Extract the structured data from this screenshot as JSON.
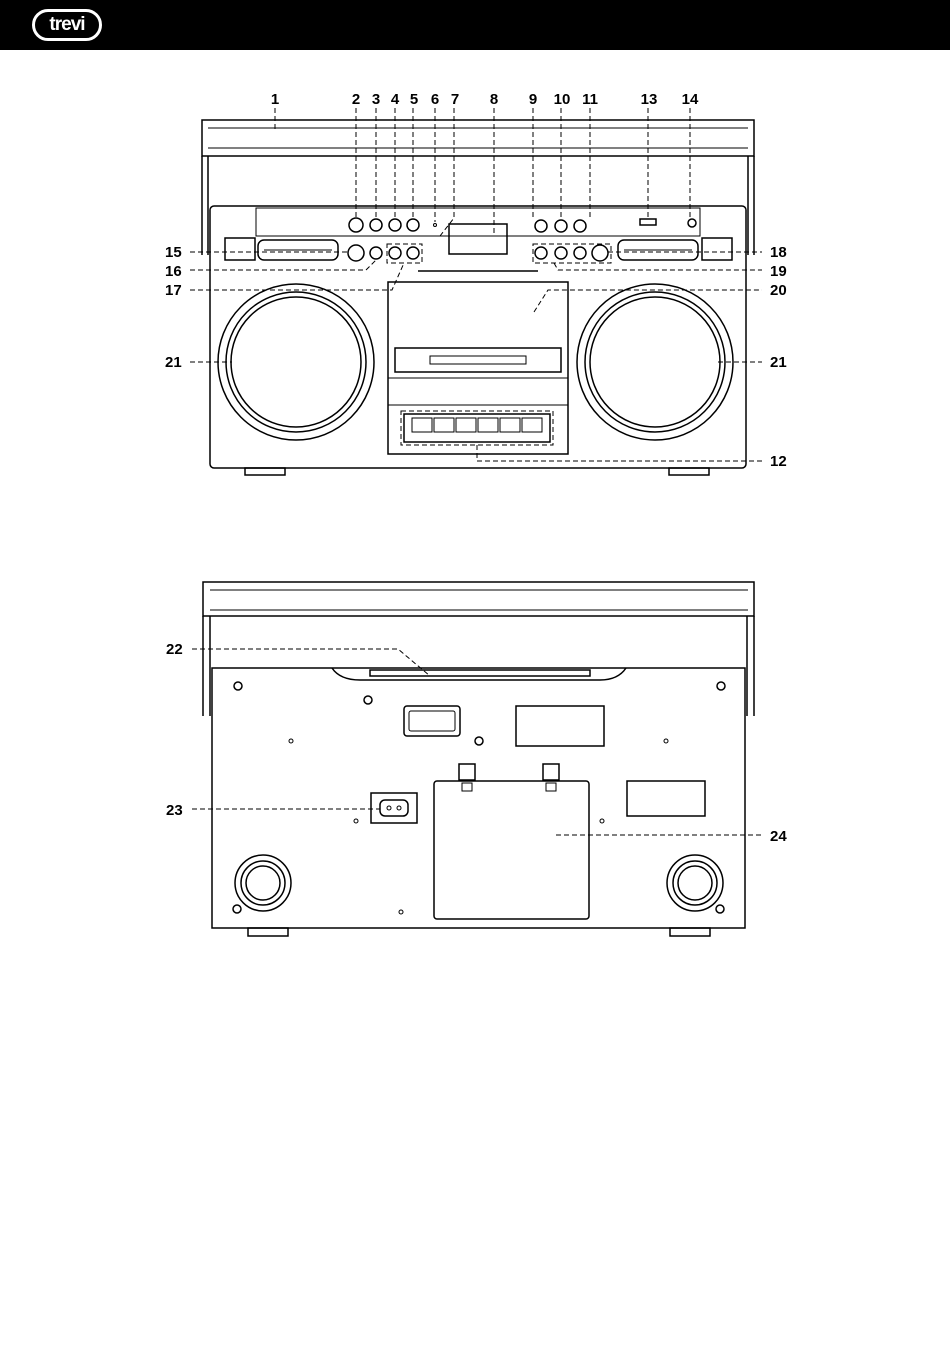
{
  "header": {
    "brand": "trevi",
    "bar_color": "#000000"
  },
  "front_view": {
    "callouts": [
      {
        "id": "1",
        "label": "1"
      },
      {
        "id": "2",
        "label": "2"
      },
      {
        "id": "3",
        "label": "3"
      },
      {
        "id": "4",
        "label": "4"
      },
      {
        "id": "5",
        "label": "5"
      },
      {
        "id": "6",
        "label": "6"
      },
      {
        "id": "7",
        "label": "7"
      },
      {
        "id": "8",
        "label": "8"
      },
      {
        "id": "9",
        "label": "9"
      },
      {
        "id": "10",
        "label": "10"
      },
      {
        "id": "11",
        "label": "11"
      },
      {
        "id": "13",
        "label": "13"
      },
      {
        "id": "14",
        "label": "14"
      },
      {
        "id": "15",
        "label": "15"
      },
      {
        "id": "16",
        "label": "16"
      },
      {
        "id": "17",
        "label": "17"
      },
      {
        "id": "18",
        "label": "18"
      },
      {
        "id": "19",
        "label": "19"
      },
      {
        "id": "20",
        "label": "20"
      },
      {
        "id": "21L",
        "label": "21"
      },
      {
        "id": "21R",
        "label": "21"
      },
      {
        "id": "12",
        "label": "12"
      }
    ]
  },
  "back_view": {
    "callouts": [
      {
        "id": "22",
        "label": "22"
      },
      {
        "id": "23",
        "label": "23"
      },
      {
        "id": "24",
        "label": "24"
      }
    ]
  }
}
